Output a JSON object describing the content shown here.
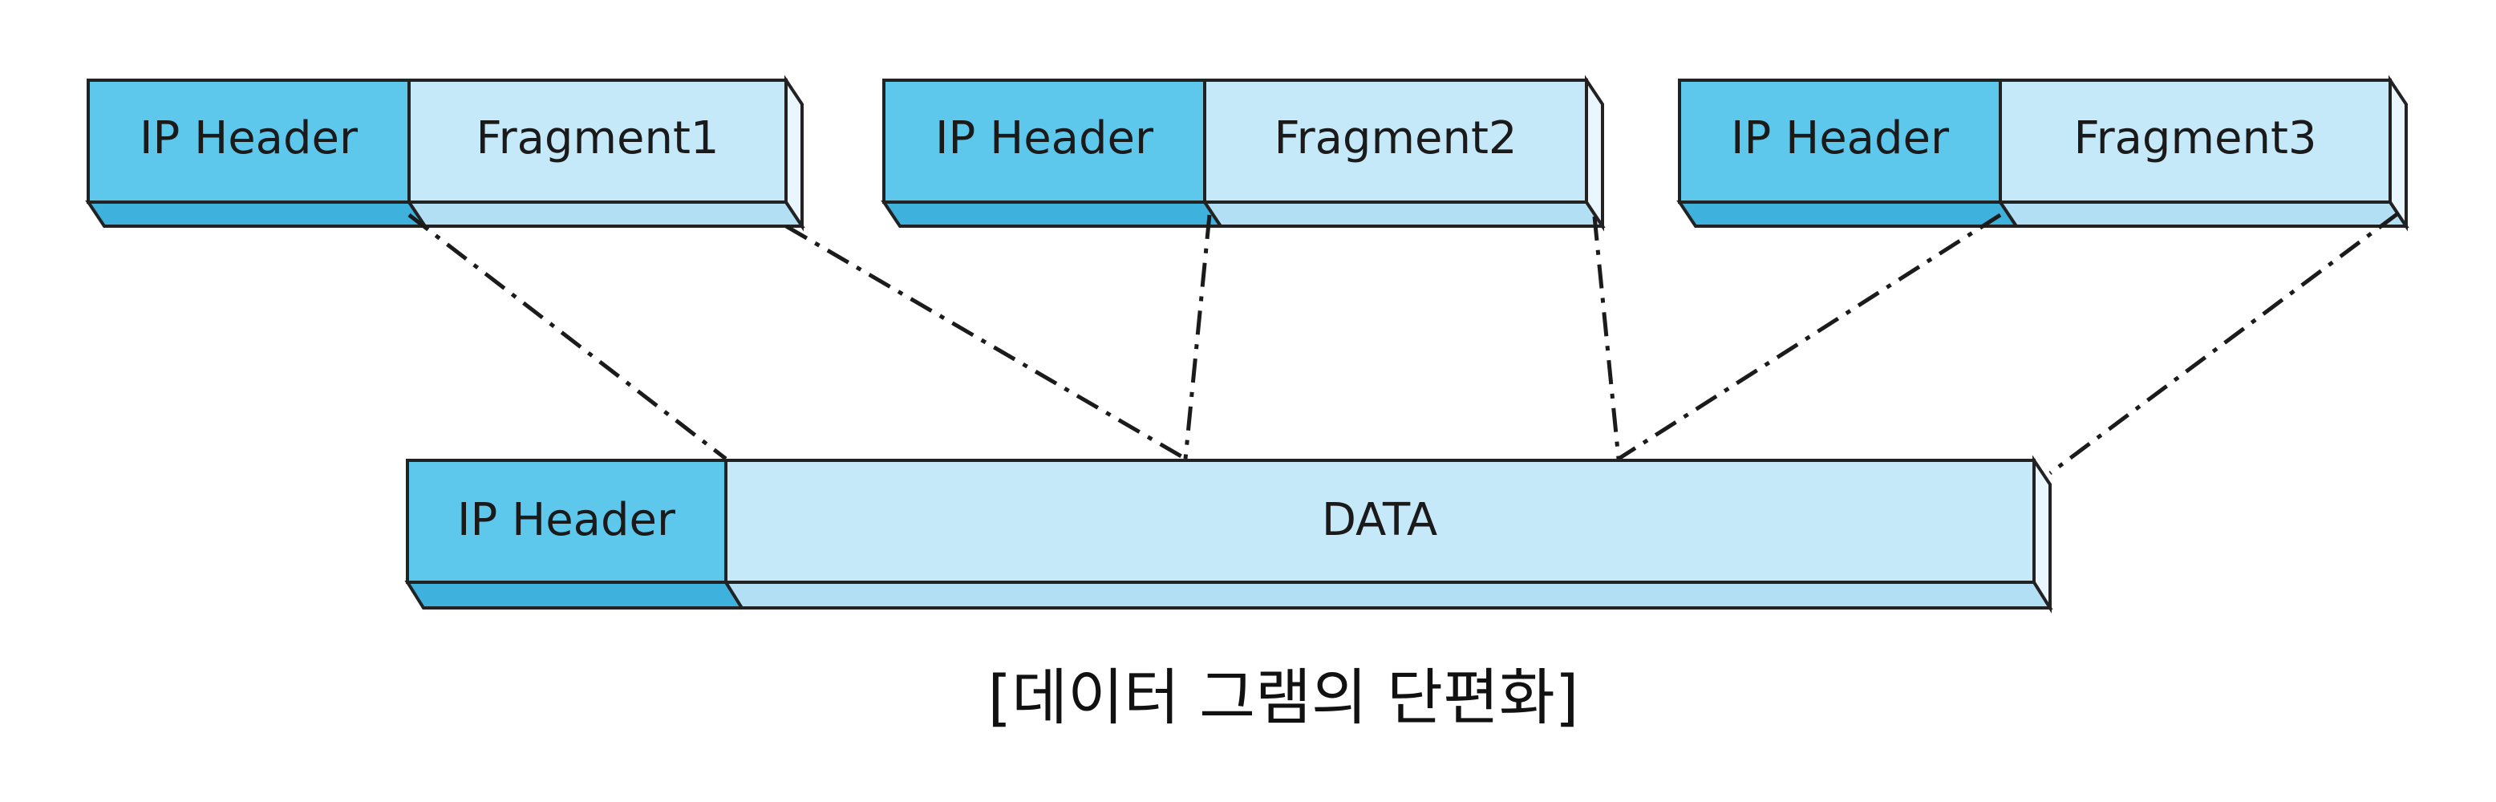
{
  "fragments": [
    {
      "header_label": "IP Header",
      "fragment_label": "Fragment1"
    },
    {
      "header_label": "IP Header",
      "fragment_label": "Fragment2"
    },
    {
      "header_label": "IP Header",
      "fragment_label": "Fragment3"
    }
  ],
  "datagram": {
    "header_label": "IP Header",
    "data_label": "DATA"
  },
  "caption": "[데이터 그램의 단편화]",
  "colors": {
    "header_fill": "#5ec8ec",
    "fragment_fill": "#c6e9fa",
    "outline": "#222222",
    "connector": "#1b1b1b"
  }
}
